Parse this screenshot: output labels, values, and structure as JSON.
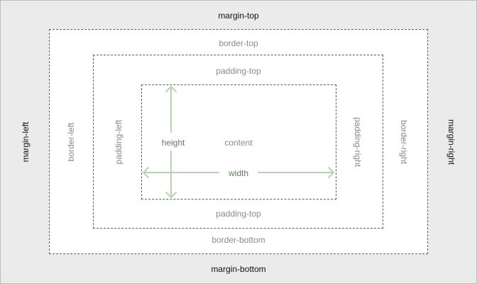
{
  "labels": {
    "margin_top": "margin-top",
    "margin_bottom": "margin-bottom",
    "margin_left": "margin-left",
    "margin_right": "margin-right",
    "border_top": "border-top",
    "border_bottom": "border-bottom",
    "border_left": "border-left",
    "border_right": "border-right",
    "padding_top": "padding-top",
    "padding_bottom": "padding-top",
    "padding_left": "padding-left",
    "padding_right": "padding-right",
    "height": "height",
    "content": "content",
    "width": "width"
  },
  "colors": {
    "margin_bg": "#ebebeb",
    "box_bg": "#ffffff",
    "dashed_border": "#5e5e5e",
    "muted_text": "#8a8a8a",
    "arrow": "#b7d3b1",
    "arrow_text": "#5f7f5a"
  }
}
